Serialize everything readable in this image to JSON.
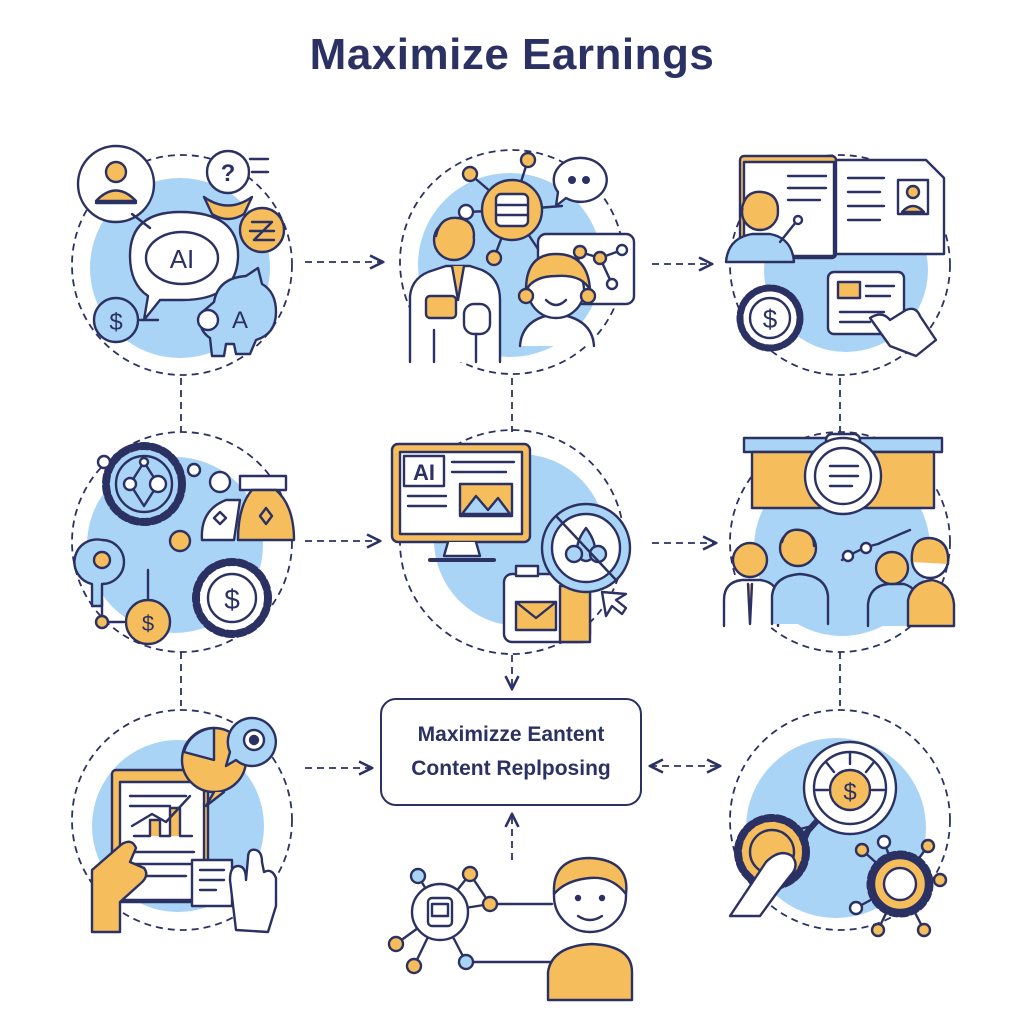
{
  "title": "Maximize Earnings",
  "center_box": {
    "line1": "Maximizze Eantent",
    "line2": "Content Replposing"
  },
  "icon_labels": {
    "ai_bubble": "AI",
    "ai_monitor": "AI",
    "piggy_letter": "A",
    "question_mark": "?",
    "currency": "$"
  },
  "colors": {
    "outline": "#2b3163",
    "blue": "#a9d4f5",
    "orange": "#f5bd5c",
    "white": "#ffffff"
  },
  "nodes": [
    {
      "name": "node-ai-monetization",
      "icons": [
        "user-icon",
        "question-icon",
        "ai-chat-icon",
        "dollar-coin-icon",
        "piggy-bank-icon"
      ]
    },
    {
      "name": "node-team-network",
      "icons": [
        "businessman-icon",
        "database-icon",
        "chat-bubble-icon",
        "woman-icon",
        "network-icon"
      ]
    },
    {
      "name": "node-documents",
      "icons": [
        "presenter-icon",
        "open-book-icon",
        "gear-dollar-icon",
        "touch-screen-icon"
      ]
    },
    {
      "name": "node-settings-assets",
      "icons": [
        "gear-network-icon",
        "money-bag-icon",
        "lightbulb-icon",
        "gear-dollar-icon"
      ]
    },
    {
      "name": "node-ai-monitor",
      "icons": [
        "monitor-ai-icon",
        "magnifier-icon",
        "camera-icon",
        "mail-icon"
      ]
    },
    {
      "name": "node-team-meeting",
      "icons": [
        "banner-icon",
        "people-group-icon"
      ]
    },
    {
      "name": "node-analytics",
      "icons": [
        "report-chart-icon",
        "hand-icon",
        "pie-chart-icon",
        "target-icon"
      ]
    },
    {
      "name": "node-person-network",
      "icons": [
        "person-icon",
        "circuit-network-icon"
      ]
    },
    {
      "name": "node-gear-revenue",
      "icons": [
        "magnifier-dollar-icon",
        "gear-hand-icon",
        "circuit-gear-icon"
      ]
    }
  ]
}
